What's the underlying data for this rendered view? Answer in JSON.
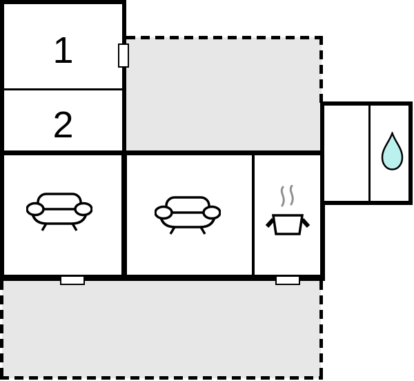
{
  "plan": {
    "type": "floor-plan",
    "rooms": {
      "room1": {
        "label": "1"
      },
      "room2": {
        "label": "2"
      },
      "living_left": {
        "icon": "sofa-icon"
      },
      "living_middle": {
        "icon": "sofa-icon"
      },
      "kitchen": {
        "icon": "cooking-pot-icon",
        "steam_icon": "steam-icon"
      },
      "bathroom": {
        "icon": "water-drop-icon"
      },
      "terrace_top": {
        "style": "dashed-outline-gray"
      },
      "terrace_bottom": {
        "style": "dashed-outline-gray"
      }
    },
    "window_symbols": 3,
    "colors": {
      "wall": "#000000",
      "terrace": "#e7e7e7",
      "drop": "#baf1ef",
      "steam": "#8f8f8f",
      "background": "#ffffff"
    }
  }
}
